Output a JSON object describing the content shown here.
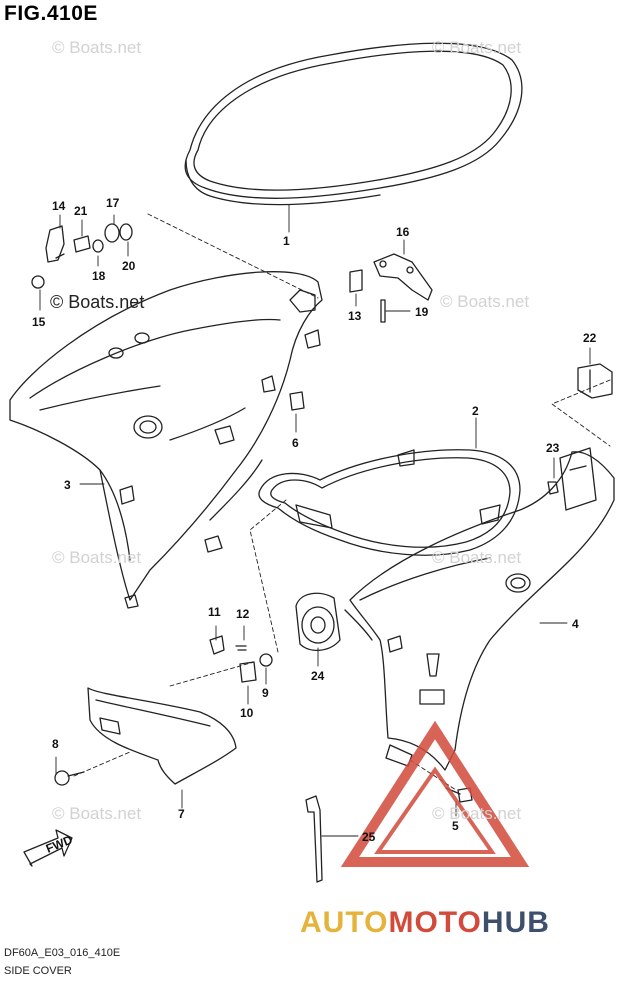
{
  "figure": {
    "title": "FIG.410E",
    "code": "DF60A_E03_016_410E",
    "caption": "SIDE COVER"
  },
  "watermark": {
    "text": "© Boats.net"
  },
  "brand": {
    "part1": "AUTO",
    "part2": "MOTO",
    "part3": "HUB",
    "color_auto": "#e5b23a",
    "color_moto": "#d24a3a",
    "color_hub": "#3d4f6b"
  },
  "arrow": {
    "label": "FWD"
  },
  "callouts": [
    "1",
    "2",
    "3",
    "4",
    "5",
    "6",
    "7",
    "8",
    "9",
    "10",
    "11",
    "12",
    "13",
    "14",
    "15",
    "16",
    "17",
    "18",
    "19",
    "20",
    "21",
    "22",
    "23",
    "24",
    "25"
  ],
  "icons": [
    "fwd-arrow-icon",
    "automotohub-triangle-logo-icon"
  ]
}
